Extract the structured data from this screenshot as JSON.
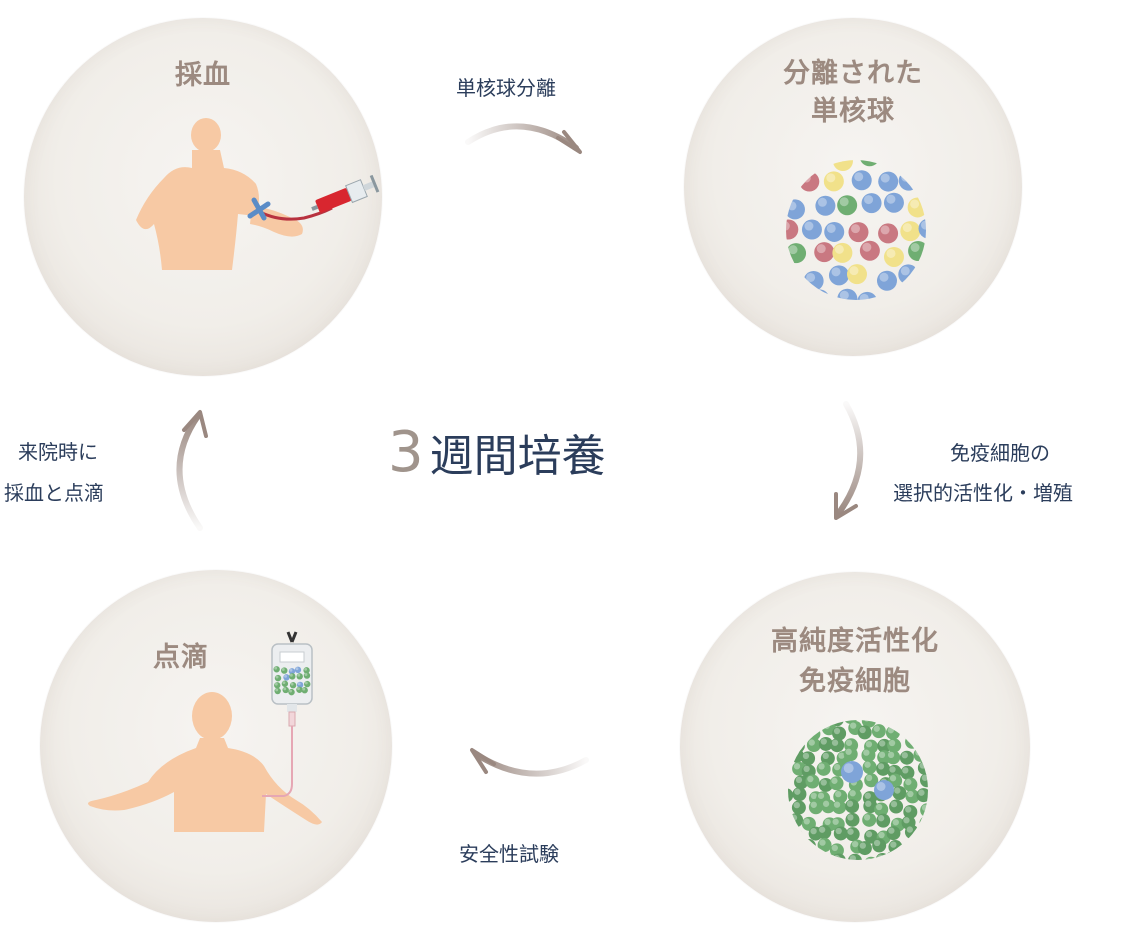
{
  "center": {
    "number": "3",
    "text": "週間培養"
  },
  "steps": [
    {
      "title": "採血"
    },
    {
      "title_line1": "分離された",
      "title_line2": "単核球"
    },
    {
      "title_line1": "高純度活性化",
      "title_line2": "免疫細胞"
    },
    {
      "title": "点滴"
    }
  ],
  "transitions": {
    "top": "単核球分離",
    "right_line1": "免疫細胞の",
    "right_line2": "選択的活性化・増殖",
    "bottom": "安全性試験",
    "left_line1": "来院時に",
    "left_line2": "採血と点滴"
  },
  "colors": {
    "title": "#9c8a80",
    "label": "#2b3d5b",
    "arrow": "#9a8880",
    "skin": "#f7c9a4",
    "cell_blue": "#7fa4d8",
    "cell_yellow": "#f1e18a",
    "cell_green": "#6fae72",
    "cell_red": "#c97881"
  }
}
